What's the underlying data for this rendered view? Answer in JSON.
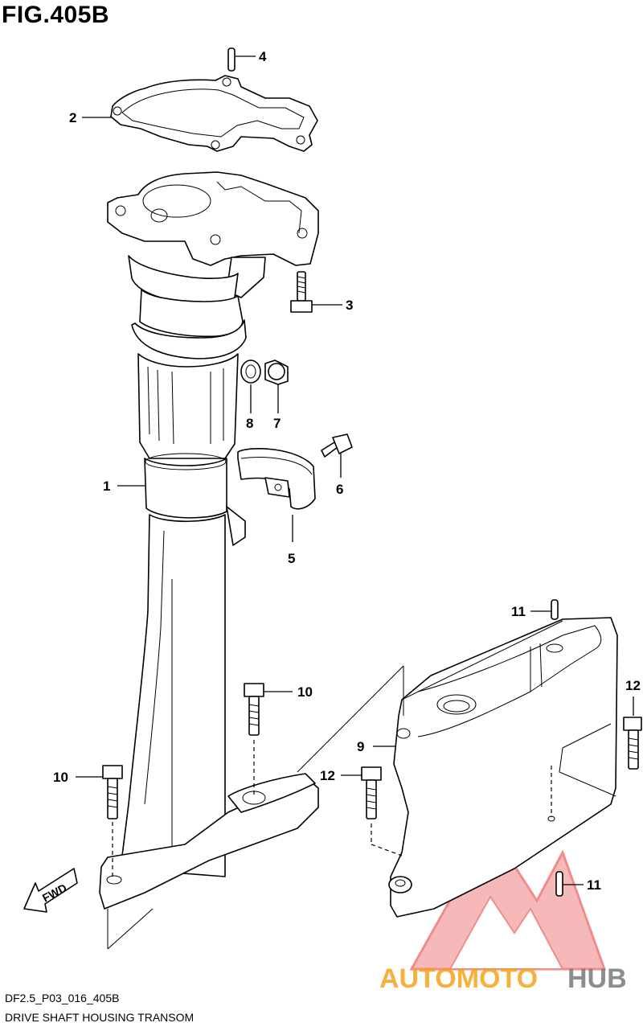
{
  "figure": {
    "title": "FIG.405B",
    "code": "DF2.5_P03_016_405B",
    "caption": "DRIVE SHAFT HOUSING TRANSOM"
  },
  "callouts": [
    "1",
    "2",
    "3",
    "4",
    "5",
    "6",
    "7",
    "8",
    "9",
    "10",
    "10",
    "11",
    "11",
    "12",
    "12"
  ],
  "direction_arrow": {
    "label": "FWD"
  },
  "watermark": {
    "text_orange": "AUTOMOTO",
    "text_gray": "HUB",
    "color_orange": "#f5a31a",
    "color_gray": "#7a7a7a",
    "color_red": "#e63030"
  },
  "colors": {
    "line": "#000000",
    "background": "#ffffff"
  }
}
